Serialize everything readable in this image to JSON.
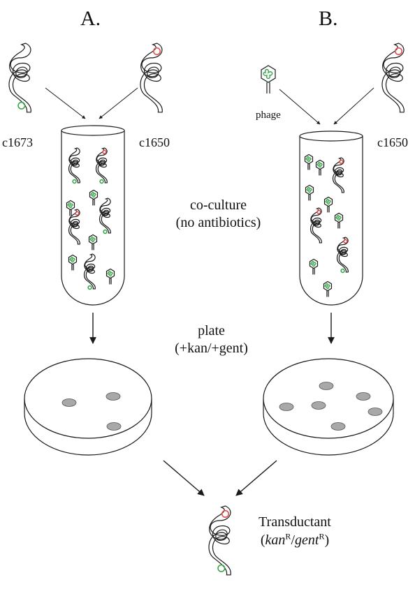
{
  "panels": {
    "a": {
      "title": "A.",
      "left_input": "c1673",
      "right_input": "c1650"
    },
    "b": {
      "title": "B.",
      "left_input": "phage",
      "right_input": "c1650"
    }
  },
  "steps": {
    "coculture_line1": "co-culture",
    "coculture_line2": "(no antibiotics)",
    "plate_line1": "plate",
    "plate_line2": "(+kan/+gent)"
  },
  "result": {
    "title": "Transductant",
    "kan": "kan",
    "kan_sup": "R",
    "sep": "/",
    "gent": "gent",
    "gent_sup": "R",
    "open": "(",
    "close": ")"
  },
  "colors": {
    "ink": "#1a1a1a",
    "kan_marker": "#e05050",
    "gent_marker": "#3aa84a",
    "colony": "#a8a8a8"
  },
  "icons": {
    "strain": "bacterium-coil-icon",
    "phage": "phage-icon",
    "tube": "culture-tube-icon",
    "plate": "petri-dish-icon"
  }
}
